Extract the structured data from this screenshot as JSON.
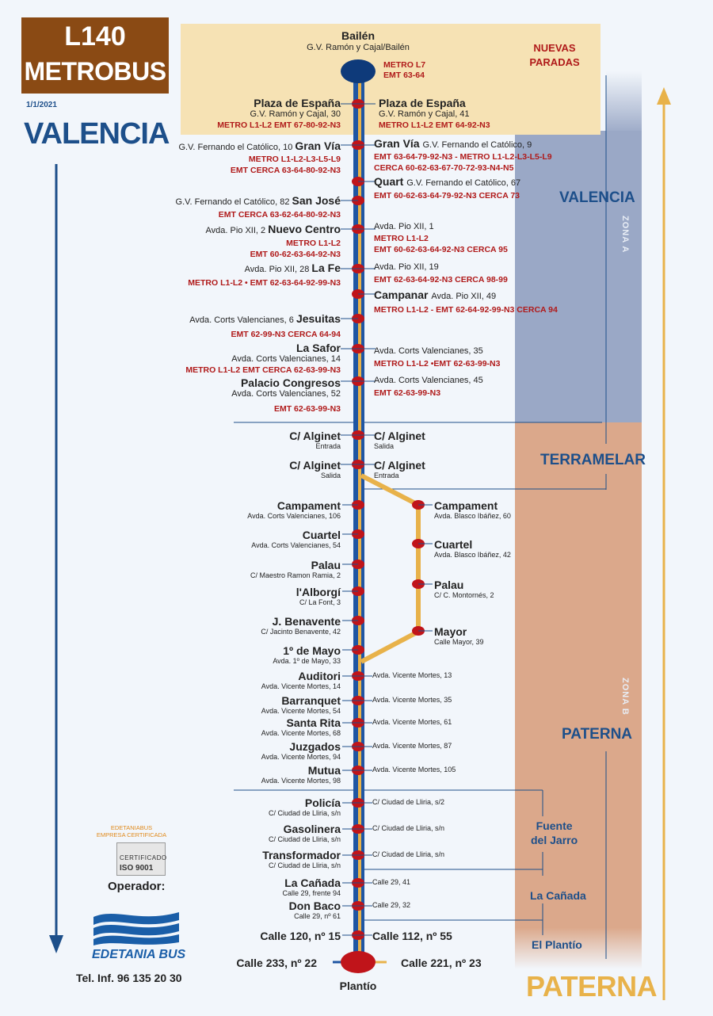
{
  "header": {
    "line_code": "L140",
    "line_type": "METROBUS",
    "date": "1/1/2021",
    "city": "VALENCIA",
    "new_stops": [
      "NUEVAS",
      "PARADAS"
    ]
  },
  "colors": {
    "brand_brown": "#8a4a14",
    "title_blue": "#1d4f8a",
    "stop_red": "#c0141a",
    "connection_red": "#b01a1a",
    "line_gold": "#e8b24a",
    "zone_a_bg": "#9aa8c6",
    "zone_b_bg": "#dba88b",
    "new_stops_bg": "#f6e2b4"
  },
  "zones": {
    "zone_a": "ZONA A",
    "zone_b": "ZONA B",
    "areas": [
      {
        "id": "valencia",
        "label": "VALENCIA"
      },
      {
        "id": "terramelar",
        "label": "TERRAMELAR"
      },
      {
        "id": "paterna",
        "label": "PATERNA"
      },
      {
        "id": "fuente",
        "label": "Fuente\ndel Jarro"
      },
      {
        "id": "canada",
        "label": "La Cañada"
      },
      {
        "id": "plantio",
        "label": "El Plantío"
      }
    ],
    "destination": "PATERNA"
  },
  "stops": {
    "bailen": {
      "name": "Bailén",
      "addr": "G.V. Ramón y Cajal/Bailén",
      "conn": [
        "METRO L7",
        "EMT 63-64"
      ]
    },
    "plaza_l": {
      "name": "Plaza de España",
      "addr": "G.V. Ramón y Cajal, 30",
      "conn": "METRO L1-L2  EMT 67-80-92-N3"
    },
    "plaza_r": {
      "name": "Plaza de España",
      "addr": "G.V. Ramón y Cajal, 41",
      "conn": "METRO L1-L2  EMT 64-92-N3"
    },
    "granvia_l": {
      "name": "Gran Vía",
      "addr": "G.V. Fernando el Católico, 10",
      "conn": [
        "METRO L1-L2-L3-L5-L9",
        "EMT CERCA 63-64-80-92-N3"
      ]
    },
    "granvia_r": {
      "name": "Gran Vía",
      "addr": "G.V. Fernando el Católico, 9",
      "conn": [
        "EMT 63-64-79-92-N3 - METRO L1-L2-L3-L5-L9",
        "CERCA 60-62-63-67-70-72-93-N4-N5"
      ]
    },
    "quart": {
      "name": "Quart",
      "addr": "G.V. Fernando el Católico, 67",
      "conn": "EMT 60-62-63-64-79-92-N3 CERCA 73"
    },
    "sanjose": {
      "name": "San José",
      "addr": "G.V. Fernando el Católico, 82",
      "conn": "EMT CERCA 63-62-64-80-92-N3"
    },
    "nuevocentro": {
      "name": "Nuevo Centro",
      "addr": "Avda. Pio XII, 2",
      "conn": [
        "METRO L1-L2",
        "EMT 60-62-63-64-92-N3"
      ]
    },
    "pio1": {
      "addr": "Avda. Pio XII, 1",
      "conn": [
        "METRO L1-L2",
        "EMT 60-62-63-64-92-N3 CERCA 95"
      ]
    },
    "lafe": {
      "name": "La Fe",
      "addr": "Avda. Pio XII, 28",
      "conn": "METRO L1-L2 • EMT 62-63-64-92-99-N3"
    },
    "pio19": {
      "addr": "Avda. Pio XII, 19",
      "conn": "EMT 62-63-64-92-N3 CERCA 98-99"
    },
    "campanar": {
      "name": "Campanar",
      "addr": "Avda. Pio XII, 49",
      "conn": "METRO L1-L2  - EMT 62-64-92-99-N3 CERCA 94"
    },
    "jesuitas": {
      "name": "Jesuitas",
      "addr": "Avda. Corts Valencianes, 6",
      "conn": "EMT 62-99-N3 CERCA 64-94"
    },
    "lasafor": {
      "name": "La Safor",
      "addr": "Avda. Corts Valencianes, 14",
      "conn": "METRO L1-L2 EMT CERCA 62-63-99-N3"
    },
    "corts35": {
      "addr": "Avda. Corts Valencianes, 35",
      "conn": "METRO L1-L2 •EMT 62-63-99-N3"
    },
    "palacio": {
      "name": "Palacio Congresos",
      "addr": "Avda. Corts Valencianes, 52",
      "conn": "EMT 62-63-99-N3"
    },
    "corts45": {
      "addr": "Avda. Corts Valencianes, 45",
      "conn": "EMT 62-63-99-N3"
    },
    "alg1_l": {
      "name": "C/ Alginet",
      "addr": "Entrada"
    },
    "alg1_r": {
      "name": "C/ Alginet",
      "addr": "Salida"
    },
    "alg2_l": {
      "name": "C/ Alginet",
      "addr": "Salida"
    },
    "alg2_r": {
      "name": "C/ Alginet",
      "addr": "Entrada"
    },
    "campament_l": {
      "name": "Campament",
      "addr": "Avda. Corts Valencianes, 106"
    },
    "campament_r": {
      "name": "Campament",
      "addr": "Avda. Blasco Ibáñez, 60"
    },
    "cuartel_l": {
      "name": "Cuartel",
      "addr": "Avda. Corts Valencianes, 54"
    },
    "cuartel_r": {
      "name": "Cuartel",
      "addr": "Avda. Blasco Ibáñez, 42"
    },
    "palau_l": {
      "name": "Palau",
      "addr": "C/ Maestro Ramon Ramia, 2"
    },
    "palau_r": {
      "name": "Palau",
      "addr": "C/ C. Montornés, 2"
    },
    "alborgi": {
      "name": "l'Alborgí",
      "addr": "C/ La Font, 3"
    },
    "benavente": {
      "name": "J. Benavente",
      "addr": "C/ Jacinto Benavente, 42"
    },
    "mayor": {
      "name": "Mayor",
      "addr": "Calle Mayor, 39"
    },
    "primermayo": {
      "name": "1º de Mayo",
      "addr": "Avda. 1º de Mayo, 33"
    },
    "auditori": {
      "name": "Auditori",
      "addr": "Avda. Vicente Mortes, 14",
      "r": "Avda. Vicente Mortes, 13"
    },
    "barranquet": {
      "name": "Barranquet",
      "addr": "Avda. Vicente Mortes, 54",
      "r": "Avda. Vicente Mortes, 35"
    },
    "santarita": {
      "name": "Santa Rita",
      "addr": "Avda. Vicente Mortes, 68",
      "r": "Avda. Vicente Mortes, 61"
    },
    "juzgados": {
      "name": "Juzgados",
      "addr": "Avda. Vicente Mortes, 94",
      "r": "Avda. Vicente Mortes, 87"
    },
    "mutua": {
      "name": "Mutua",
      "addr": "Avda. Vicente Mortes, 98",
      "r": "Avda. Vicente Mortes, 105"
    },
    "policia": {
      "name": "Policía",
      "addr": "C/ Ciudad de Lliria, s/n",
      "r": "C/ Ciudad de Lliria, s/2"
    },
    "gasolinera": {
      "name": "Gasolinera",
      "addr": "C/ Ciudad de Lliria, s/n",
      "r": "C/ Ciudad de Lliria, s/n"
    },
    "transformador": {
      "name": "Transformador",
      "addr": "C/ Ciudad de Lliria, s/n",
      "r": "C/ Ciudad de Lliria, s/n"
    },
    "lacanada": {
      "name": "La Cañada",
      "addr": "Calle 29, frente 94",
      "r": "Calle 29, 41"
    },
    "donbaco": {
      "name": "Don Baco",
      "addr": "Calle 29, nº 61",
      "r": "Calle 29, 32"
    },
    "calle120": {
      "name": "Calle 120, nº 15",
      "r": "Calle 112, nº 55"
    },
    "plantio": {
      "name": "Plantío",
      "l": "Calle 233, nº 22",
      "r": "Calle 221, nº 23"
    }
  },
  "footer": {
    "cert_company": [
      "EDETANIABUS",
      "EMPRESA CERTIFICADA"
    ],
    "cert_label": "CERTIFICADO",
    "cert_iso": "ISO 9001",
    "operator_label": "Operador:",
    "company": "EDETANIA BUS",
    "phone": "Tel. Inf. 96 135 20 30"
  }
}
